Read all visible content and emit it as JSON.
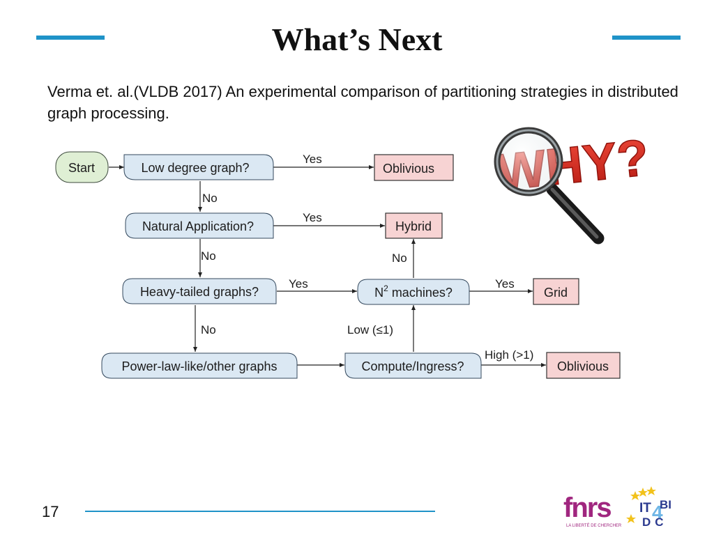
{
  "slide": {
    "title": "What’s Next",
    "subtitle": "Verma et. al.(VLDB 2017) An experimental comparison of partitioning strategies in distributed graph processing.",
    "page_number": "17"
  },
  "flowchart": {
    "nodes": {
      "start": "Start",
      "low_degree": "Low degree graph?",
      "natural_app": "Natural Application?",
      "heavy_tailed": "Heavy-tailed graphs?",
      "power_law": "Power-law-like/other graphs",
      "n2_prefix": "N",
      "n2_exp": "2",
      "n2_suffix": " machines?",
      "compute_ingress": "Compute/Ingress?",
      "oblivious_top": "Oblivious",
      "hybrid": "Hybrid",
      "grid": "Grid",
      "oblivious_bottom": "Oblivious"
    },
    "edge_labels": {
      "low_yes": "Yes",
      "low_no": "No",
      "natural_yes": "Yes",
      "natural_no": "No",
      "heavy_yes": "Yes",
      "heavy_no": "No",
      "n2_yes": "Yes",
      "n2_no": "No",
      "compute_low": "Low (≤1)",
      "compute_high": "High (>1)"
    }
  },
  "graphic": {
    "text": "WHY?",
    "icon": "magnifying-glass-icon"
  },
  "logos": {
    "fnrs": "fnrs",
    "fnrs_tagline": "LA LIBERTÉ DE CHERCHER",
    "itbi_top_left": "IT",
    "itbi_top_right": "BI",
    "itbi_digit": "4",
    "itbi_bottom": "DC"
  },
  "colors": {
    "accent": "#1f93c8",
    "decision_fill": "#dbe8f3",
    "start_fill": "#dfefd4",
    "terminal_fill": "#f7d3d3",
    "why_red": "#d9261c",
    "fnrs_purple": "#a0267f",
    "itbi_navy": "#2b3a8f",
    "star_yellow": "#f2c21b"
  }
}
